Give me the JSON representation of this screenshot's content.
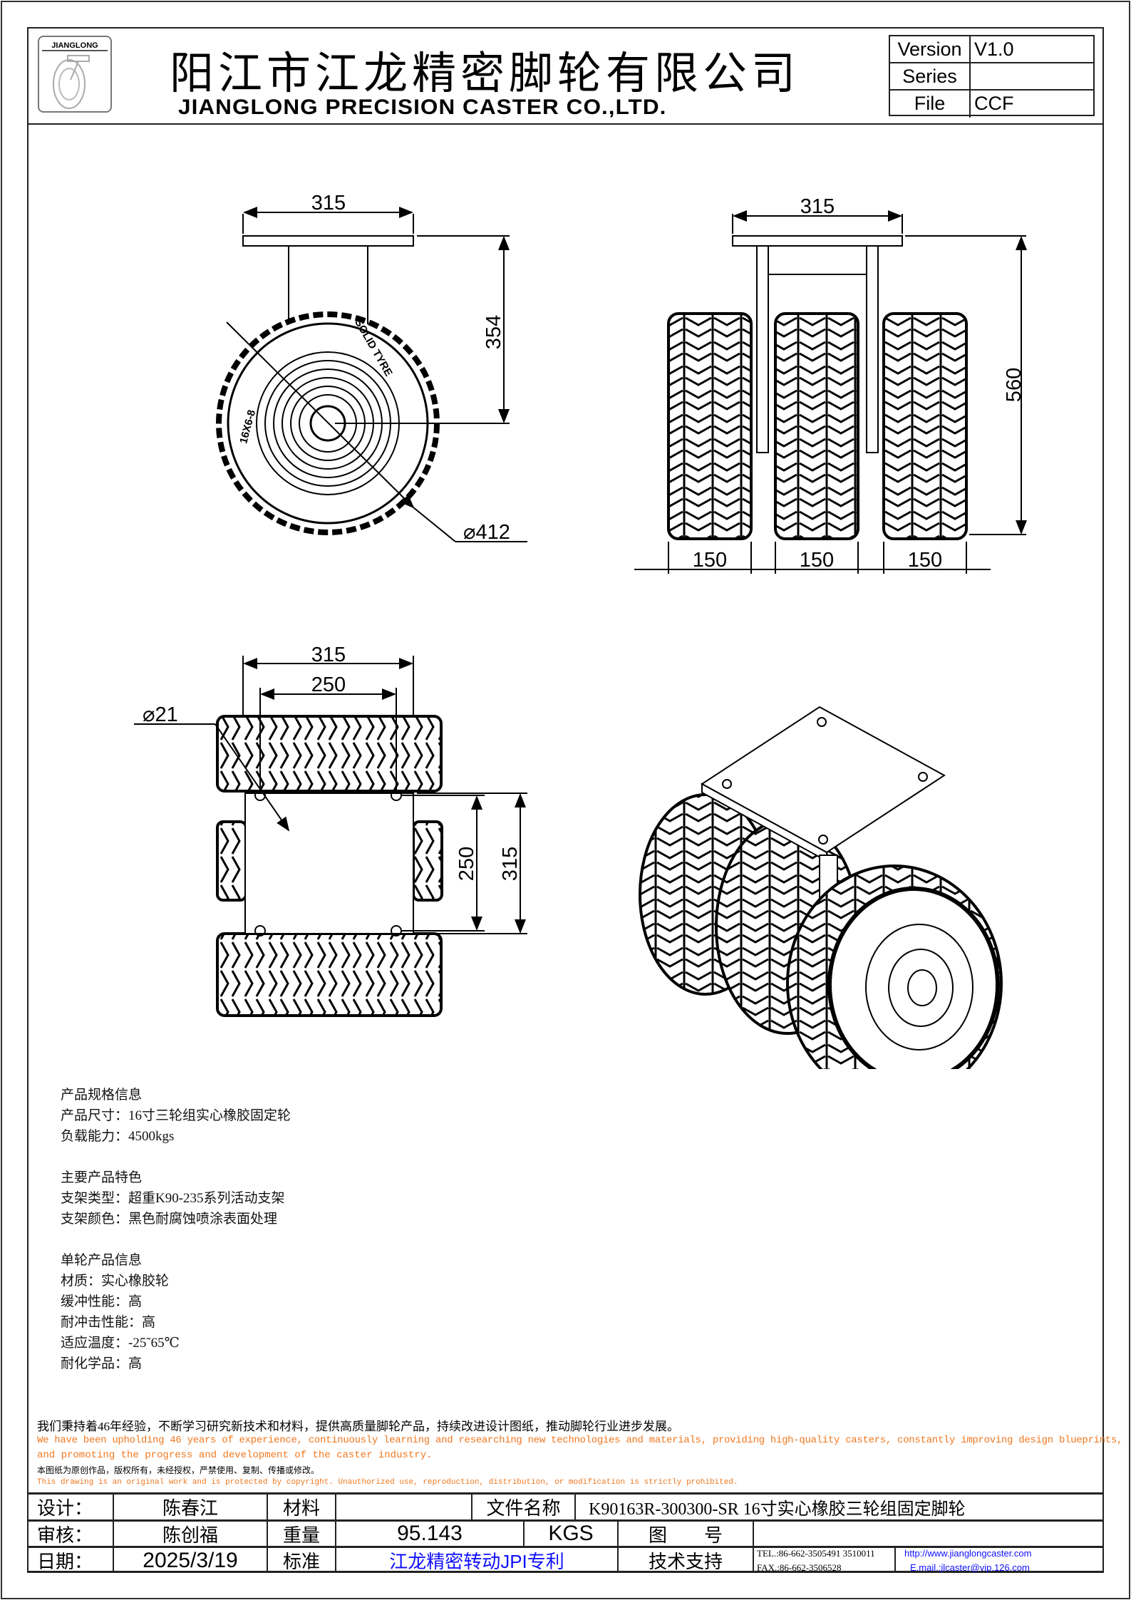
{
  "header": {
    "logo_text": "JIANGLONG",
    "company_cn": "阳江市江龙精密脚轮有限公司",
    "company_en": "JIANGLONG PRECISION CASTER CO.,LTD.",
    "version_table": [
      {
        "key": "Version",
        "value": "V1.0"
      },
      {
        "key": "Series",
        "value": ""
      },
      {
        "key": "File",
        "value": "CCF"
      }
    ]
  },
  "drawing": {
    "front_view": {
      "width_dim": "315",
      "height_dim": "354",
      "diameter_dim": "⌀412",
      "tyre_text": "SOLID TYRE",
      "size_text": "16X6-8"
    },
    "side_view": {
      "width_dim": "315",
      "height_dim": "560",
      "wheel_dims": [
        "150",
        "150",
        "150"
      ]
    },
    "bottom_view": {
      "outer_dim": "315",
      "inner_dim": "250",
      "hole_dim": "⌀21",
      "vert_inner_dim": "250",
      "vert_outer_dim": "315"
    }
  },
  "notes": {
    "spec_title": "产品规格信息",
    "spec_lines": [
      "产品尺寸：16寸三轮组实心橡胶固定轮",
      "负载能力：4500kgs"
    ],
    "feature_title": "主要产品特色",
    "feature_lines": [
      "支架类型：超重K90-235系列活动支架",
      "支架颜色：黑色耐腐蚀喷涂表面处理"
    ],
    "wheel_title": "单轮产品信息",
    "wheel_lines": [
      "材质：实心橡胶轮",
      "缓冲性能：高",
      "耐冲击性能：高",
      "适应温度：-25˜65℃",
      "耐化学品：高"
    ]
  },
  "slogan": {
    "cn": "我们秉持着46年经验，不断学习研究新技术和材料，提供高质量脚轮产品，持续改进设计图纸，推动脚轮行业进步发展。",
    "en1": "We have been upholding 46 years of experience, continuously learning and researching new technologies and materials, providing high-quality casters, constantly improving design blueprints,",
    "en2": "and promoting the progress and development of the caster industry.",
    "copyright_cn": "本图纸为原创作品，版权所有，未经授权，严禁使用、复制、传播或修改。",
    "copyright_en": "This drawing is an original work and is protected by copyright. Unauthorized use, reproduction, distribution, or modification is strictly prohibited."
  },
  "title_block": {
    "design_label": "设计：",
    "designer": "陈春江",
    "material_label": "材料",
    "material": "",
    "filename_label": "文件名称",
    "filename": "K90163R-300300-SR 16寸实心橡胶三轮组固定脚轮",
    "review_label": "审核：",
    "reviewer": "陈创福",
    "weight_label": "重量",
    "weight": "95.143",
    "weight_unit": "KGS",
    "drawing_no_label": "图　　号",
    "drawing_no": "",
    "date_label": "日期：",
    "date": "2025/3/19",
    "standard_label": "标准",
    "standard": "江龙精密转动JPI专利",
    "support_label": "技术支持",
    "tel": "TEL.:86-662-3505491 3510011",
    "fax": "FAX.:86-662-3506528",
    "website": "http://www.jianglongcaster.com",
    "email": "E.mail.:jlcaster@vip.126.com"
  },
  "colors": {
    "orange": "#f07820",
    "blue": "#1010ff"
  }
}
